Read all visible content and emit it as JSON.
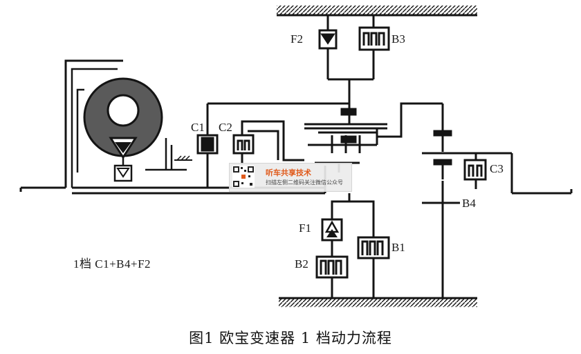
{
  "labels": {
    "f2": "F2",
    "b3": "B3",
    "c1": "C1",
    "c2": "C2",
    "c3": "C3",
    "b4": "B4",
    "f1": "F1",
    "b1": "B1",
    "b2": "B2"
  },
  "gear_state": "1档   C1+B4+F2",
  "caption": "图1     欧宝变速器 1 档动力流程",
  "watermark": {
    "title": "听车共享技术",
    "subtitle": "扫描左侧二维码关注微信公众号"
  },
  "colors": {
    "line": "#141414",
    "fill_gray": "#555555",
    "watermark_accent": "#e05a1b"
  }
}
